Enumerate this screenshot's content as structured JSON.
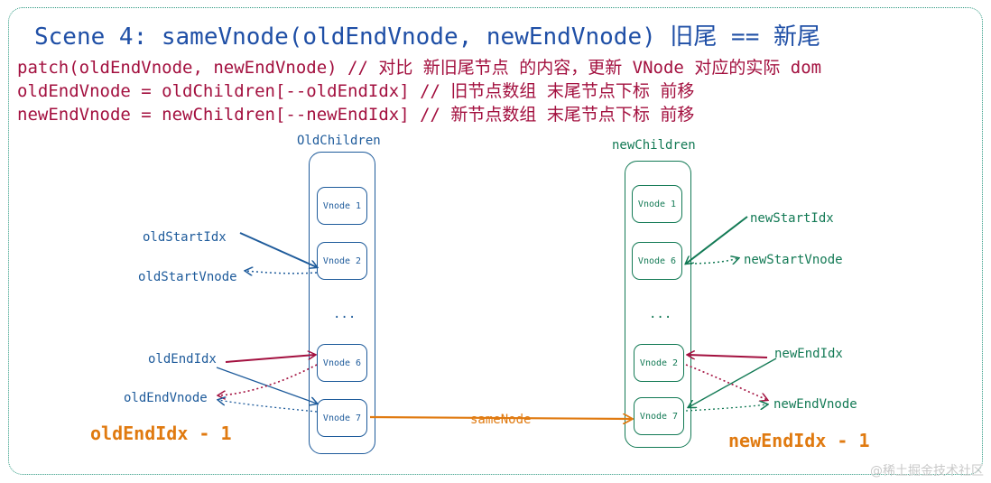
{
  "title": "Scene 4: sameVnode(oldEndVnode, newEndVnode) 旧尾 == 新尾",
  "code_lines": [
    "patch(oldEndVnode, newEndVnode)    // 对比 新旧尾节点 的内容，更新 VNode 对应的实际 dom",
    "oldEndVnode = oldChildren[--oldEndIdx] // 旧节点数组 末尾节点下标 前移",
    "newEndVnode = newChildren[--newEndIdx] // 新节点数组 末尾节点下标 前移"
  ],
  "old_children": {
    "label": "OldChildren",
    "nodes": [
      "Vnode 1",
      "Vnode 2",
      "Vnode 6",
      "Vnode 7"
    ],
    "ellipsis": "..."
  },
  "new_children": {
    "label": "newChildren",
    "nodes": [
      "Vnode 1",
      "Vnode 6",
      "Vnode 2",
      "Vnode 7"
    ],
    "ellipsis": "..."
  },
  "pointers": {
    "old_start_idx": "oldStartIdx",
    "old_start_vnode": "oldStartVnode",
    "old_end_idx": "oldEndIdx",
    "old_end_vnode": "oldEndVnode",
    "old_end_idx_minus": "oldEndIdx - 1",
    "new_start_idx": "newStartIdx",
    "new_start_vnode": "newStartVnode",
    "new_end_idx": "newEndIdx",
    "new_end_vnode": "newEndVnode",
    "new_end_idx_minus": "newEndIdx - 1"
  },
  "same_node_label": "sameNode",
  "watermark": "@稀土掘金技术社区",
  "colors": {
    "title": "#1f4fa6",
    "code": "#a3103f",
    "old": "#1e5b9b",
    "new": "#137a55",
    "highlight": "#a3103f",
    "same_node": "#e07a10"
  }
}
